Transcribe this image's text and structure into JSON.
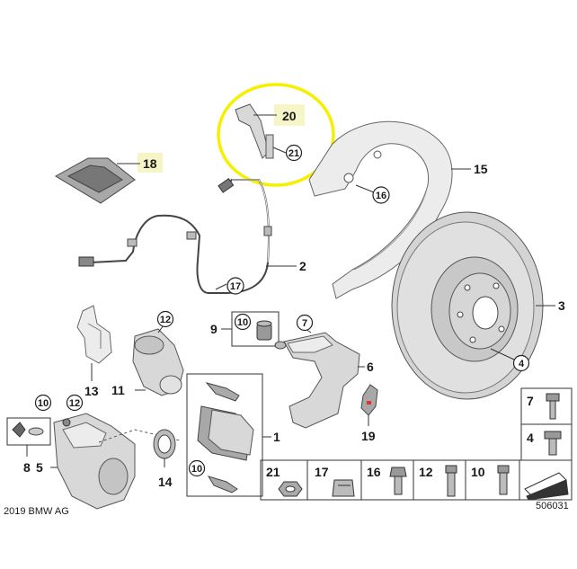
{
  "callouts": {
    "c1": "1",
    "c2": "2",
    "c3": "3",
    "c4": "4",
    "c5": "5",
    "c6": "6",
    "c7": "7",
    "c8": "8",
    "c9": "9",
    "c10": "10",
    "c11": "11",
    "c12": "12",
    "c13": "13",
    "c14": "14",
    "c15": "15",
    "c16": "16",
    "c17": "17",
    "c18": "18",
    "c19": "19",
    "c20": "20",
    "c21": "21"
  },
  "legend": {
    "items": [
      "21",
      "17",
      "16",
      "12",
      "10"
    ],
    "side": [
      "7",
      "4"
    ]
  },
  "footer": {
    "copyright": "2019 BMW AG",
    "diagram_number": "506031"
  },
  "colors": {
    "highlight_ring": "#f7ef00",
    "label_highlight": "#f5f5c8"
  }
}
